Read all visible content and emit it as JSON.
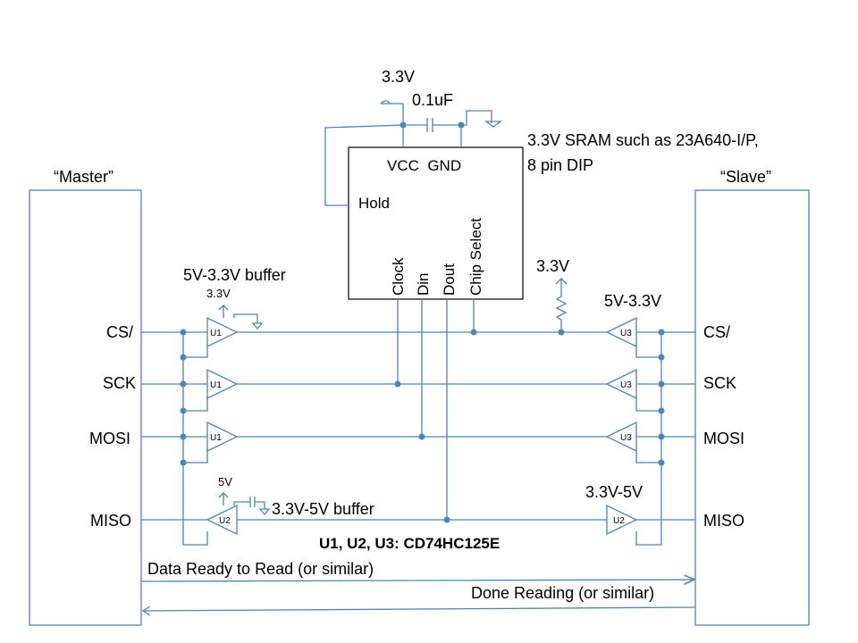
{
  "labels": {
    "master_title": "“Master”",
    "slave_title": "“Slave”",
    "cap_supply": "3.3V",
    "cap_value": "0.1uF",
    "sram_note_line1": "3.3V SRAM such as 23A640-I/P,",
    "sram_note_line2": "8 pin DIP",
    "chip_vcc_gnd": "VCC  GND",
    "chip_hold": "Hold",
    "chip_clock": "Clock",
    "chip_din": "Din",
    "chip_dout": "Dout",
    "chip_cs": "Chip Select",
    "pullup_supply": "3.3V",
    "buffer_u1_title": "5V-3.3V buffer",
    "u1_supply": "3.3V",
    "u3_title": "5V-3.3V",
    "u2_supply": "5V",
    "u2_title": "3.3V-5V buffer",
    "u2_right_title": "3.3V-5V",
    "parts_note": "U1, U2, U3: CD74HC125E",
    "data_ready": "Data Ready to Read (or similar)",
    "done_reading": "Done Reading (or similar)"
  },
  "master_pins": [
    "CS/",
    "SCK",
    "MOSI",
    "MISO"
  ],
  "slave_pins": [
    "CS/",
    "SCK",
    "MOSI",
    "MISO"
  ],
  "buffers": {
    "u1": "U1",
    "u2": "U2",
    "u3": "U3"
  },
  "colors": {
    "wire": "#4a86b8",
    "text": "#000000"
  }
}
